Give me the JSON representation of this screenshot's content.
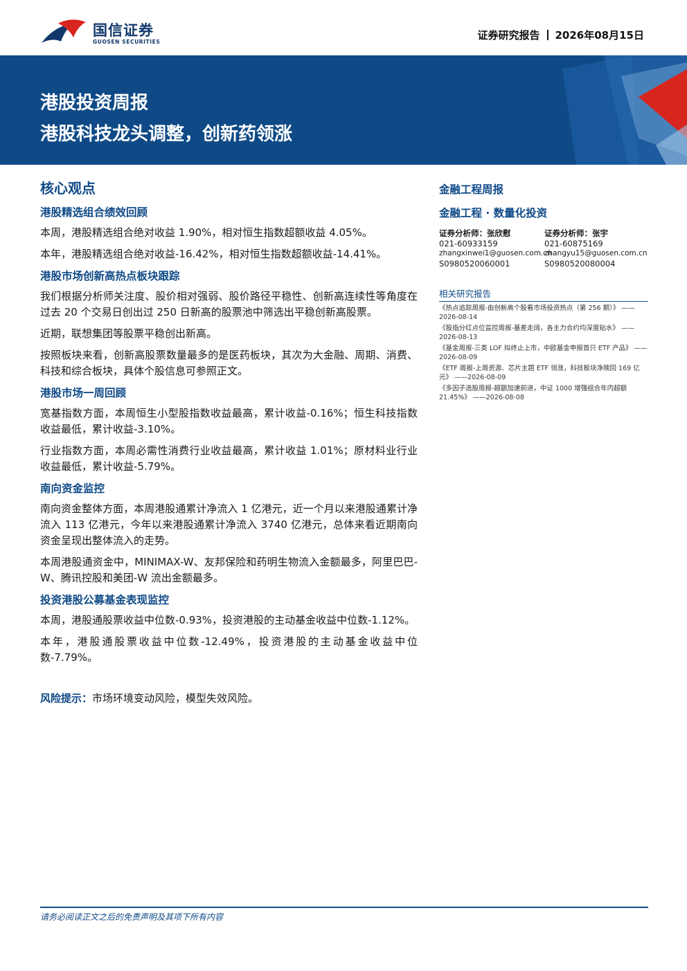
{
  "header": {
    "logo_cn": "国信证券",
    "logo_en": "GUOSEN SECURITIES",
    "report_type": "证券研究报告",
    "date": "2026年08月15日"
  },
  "banner": {
    "title": "港股投资周报",
    "subtitle": "港股科技龙头调整，创新药领涨"
  },
  "main": {
    "heading": "核心观点",
    "sections": [
      {
        "title": "港股精选组合绩效回顾",
        "paragraphs": [
          "本周，港股精选组合绝对收益 1.90%，相对恒生指数超额收益 4.05%。",
          "本年，港股精选组合绝对收益-16.42%，相对恒生指数超额收益-14.41%。"
        ]
      },
      {
        "title": "港股市场创新高热点板块跟踪",
        "paragraphs": [
          "我们根据分析师关注度、股价相对强弱、股价路径平稳性、创新高连续性等角度在过去 20 个交易日创出过 250 日新高的股票池中筛选出平稳创新高股票。",
          "近期，联想集团等股票平稳创出新高。",
          "按照板块来看，创新高股票数量最多的是医药板块，其次为大金融、周期、消费、科技和综合板块，具体个股信息可参照正文。"
        ]
      },
      {
        "title": "港股市场一周回顾",
        "paragraphs": [
          "宽基指数方面，本周恒生小型股指数收益最高，累计收益-0.16%；恒生科技指数收益最低，累计收益-3.10%。",
          "行业指数方面，本周必需性消费行业收益最高，累计收益 1.01%；原材料业行业收益最低，累计收益-5.79%。"
        ]
      },
      {
        "title": "南向资金监控",
        "paragraphs": [
          "南向资金整体方面，本周港股通累计净流入 1 亿港元，近一个月以来港股通累计净流入 113 亿港元，今年以来港股通累计净流入 3740 亿港元，总体来看近期南向资金呈现出整体流入的走势。",
          "本周港股通资金中，MINIMAX-W、友邦保险和药明生物流入金额最多，阿里巴巴-W、腾讯控股和美团-W 流出金额最多。"
        ]
      },
      {
        "title": "投资港股公募基金表现监控",
        "paragraphs": [
          "本周，港股通股票收益中位数-0.93%，投资港股的主动基金收益中位数-1.12%。",
          "本年，港股通股票收益中位数-12.49%，投资港股的主动基金收益中位数-7.79%。"
        ]
      }
    ],
    "risk_label": "风险提示：",
    "risk_text": "市场环境变动风险，模型失效风险。"
  },
  "sidebar": {
    "category": "金融工程周报",
    "subcategory": "金融工程 · 数量化投资",
    "analysts": [
      {
        "label": "证券分析师：张欣慰",
        "phone": "021-60933159",
        "email": "zhangxinwei1@guosen.com.cn",
        "cert": "S0980520060001"
      },
      {
        "label": "证券分析师：张宇",
        "phone": "021-60875169",
        "email": "zhangyu15@guosen.com.cn",
        "cert": "S0980520080004"
      }
    ],
    "related_heading": "相关研究报告",
    "related": [
      "《热点追踪周报-由创新高个股看市场投资热点（第 256 期）》 ——2026-08-14",
      "《股指分红点位监控周报-基差走阔，各主力合约均深度贴水》 ——2026-08-13",
      "《基金周报-三类 LOF 拟终止上市，中欧基金申报首只 ETF 产品》 ——2026-08-09",
      "《ETF 周报-上周资源、芯片主题 ETF 领涨，科技板块净赎回 169 亿元》 ——2026-08-09",
      "《多因子选股周报-超额加速前进，中证 1000 增强组合年内超额 21.45%》 ——2026-08-08"
    ]
  },
  "footer": {
    "disclaimer": "请务必阅读正文之后的免责声明及其项下所有内容"
  },
  "colors": {
    "brand_blue": "#0f4a87",
    "brand_red": "#d7261e"
  }
}
